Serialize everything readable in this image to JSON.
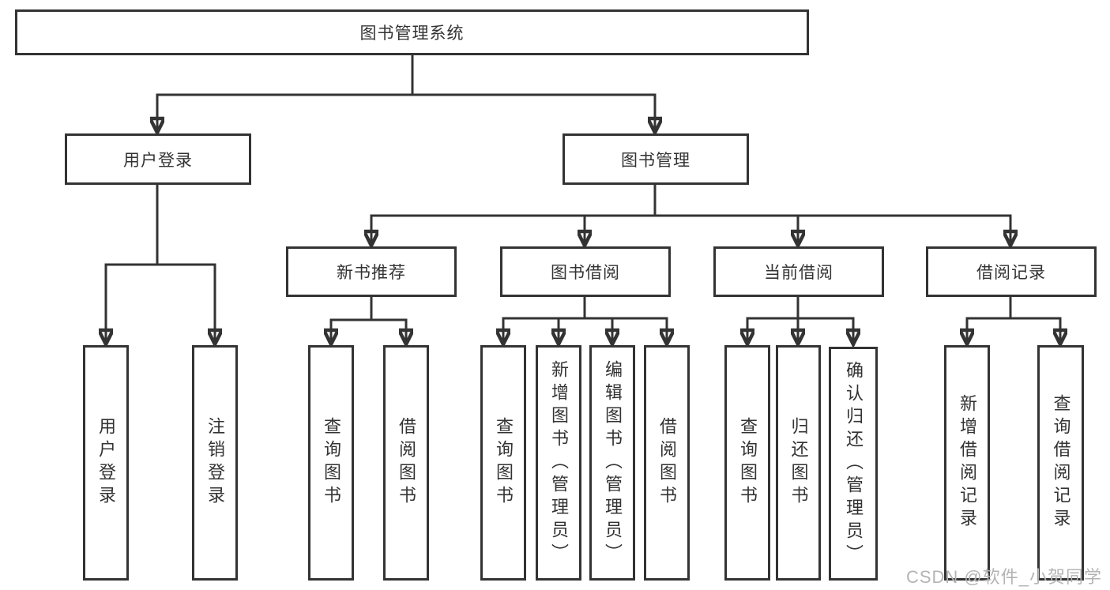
{
  "colors": {
    "line": "#333333",
    "box_border": "#333333",
    "text": "#333333",
    "background": "#ffffff",
    "watermark": "#b4b4b4"
  },
  "watermark": {
    "text": "CSDN @软件_小贺同学"
  },
  "diagram": {
    "type": "hierarchy-tree",
    "root": {
      "label": "图书管理系统"
    },
    "branches": [
      {
        "label": "用户登录",
        "children": [
          {
            "label": "用户登录"
          },
          {
            "label": "注销登录"
          }
        ]
      },
      {
        "label": "图书管理",
        "children": [
          {
            "label": "新书推荐",
            "children": [
              {
                "label": "查询图书"
              },
              {
                "label": "借阅图书"
              }
            ]
          },
          {
            "label": "图书借阅",
            "children": [
              {
                "label": "查询图书"
              },
              {
                "label": "新增图书（管理员）"
              },
              {
                "label": "编辑图书（管理员）"
              },
              {
                "label": "借阅图书"
              }
            ]
          },
          {
            "label": "当前借阅",
            "children": [
              {
                "label": "查询图书"
              },
              {
                "label": "归还图书"
              },
              {
                "label": "确认归还（管理员）"
              }
            ]
          },
          {
            "label": "借阅记录",
            "children": [
              {
                "label": "新增借阅记录"
              },
              {
                "label": "查询借阅记录"
              }
            ]
          }
        ]
      }
    ]
  }
}
